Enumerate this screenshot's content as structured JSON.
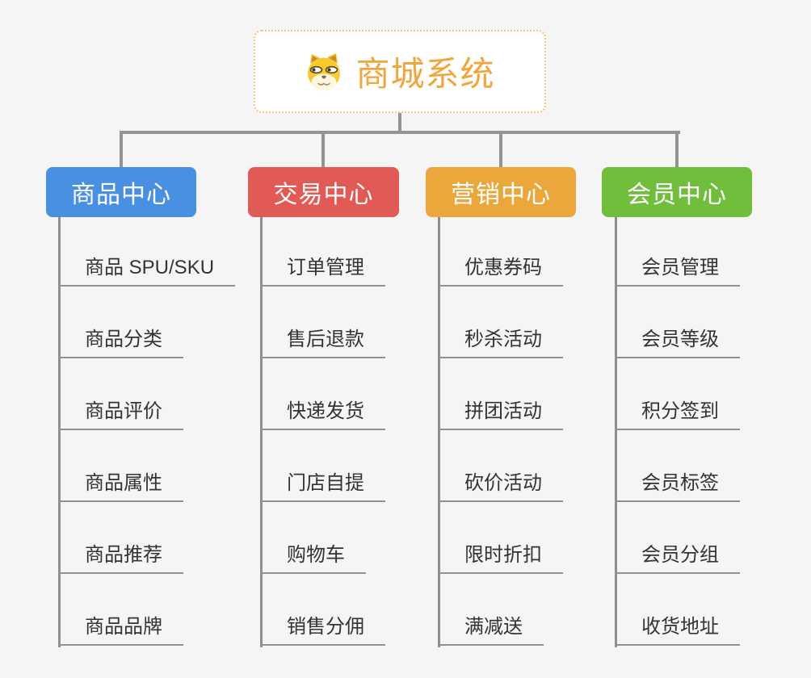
{
  "page": {
    "background": "#f5f5f5",
    "connector_color": "#949494",
    "underline_color": "#919191"
  },
  "root": {
    "title": "商城系统",
    "icon": "shiba-dog-face",
    "title_color": "#f0a63c",
    "border_color": "#f0c47e"
  },
  "branches": [
    {
      "label": "商品中心",
      "color": "#4a90e2",
      "items": [
        "商品 SPU/SKU",
        "商品分类",
        "商品评价",
        "商品属性",
        "商品推荐",
        "商品品牌"
      ]
    },
    {
      "label": "交易中心",
      "color": "#e25a55",
      "items": [
        "订单管理",
        "售后退款",
        "快递发货",
        "门店自提",
        "购物车",
        "销售分佣"
      ]
    },
    {
      "label": "营销中心",
      "color": "#eba73c",
      "items": [
        "优惠券码",
        "秒杀活动",
        "拼团活动",
        "砍价活动",
        "限时折扣",
        "满减送"
      ]
    },
    {
      "label": "会员中心",
      "color": "#71be3c",
      "items": [
        "会员管理",
        "会员等级",
        "积分签到",
        "会员标签",
        "会员分组",
        "收货地址"
      ]
    }
  ]
}
